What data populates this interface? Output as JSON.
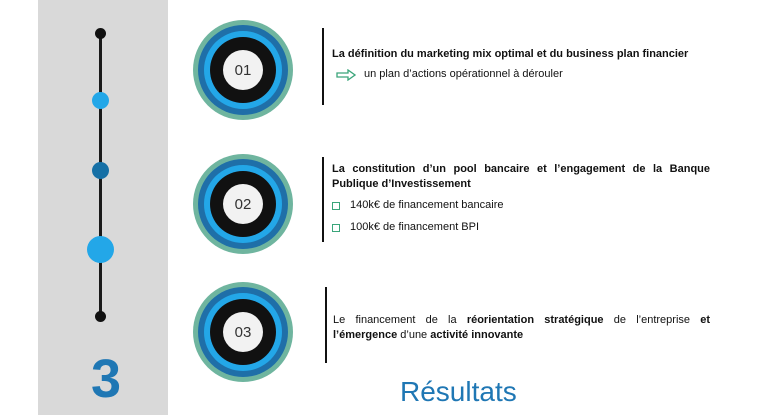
{
  "colors": {
    "accent": "#1f77b4",
    "sidebar": "#d9d9d9",
    "dot_light": "#23a7e8",
    "dot_dark": "#1670a6",
    "square": "#3aa57a"
  },
  "step_number": "3",
  "page_title": "Résultats",
  "items": [
    {
      "number": "01",
      "heading": "La définition du marketing mix optimal et du business plan financier",
      "sub": "un plan d’actions opérationnel à dérouler"
    },
    {
      "number": "02",
      "heading": "La constitution d’un pool bancaire et l’engagement de la Banque Publique d’Investissement",
      "bullets": [
        "140k€ de financement bancaire",
        "100k€ de financement BPI"
      ]
    },
    {
      "number": "03",
      "parts": [
        "Le financement de la ",
        "réorientation stratégique",
        " de l’entreprise ",
        "et",
        " ",
        "l’émergence",
        " d’une ",
        "activité innovante"
      ]
    }
  ]
}
